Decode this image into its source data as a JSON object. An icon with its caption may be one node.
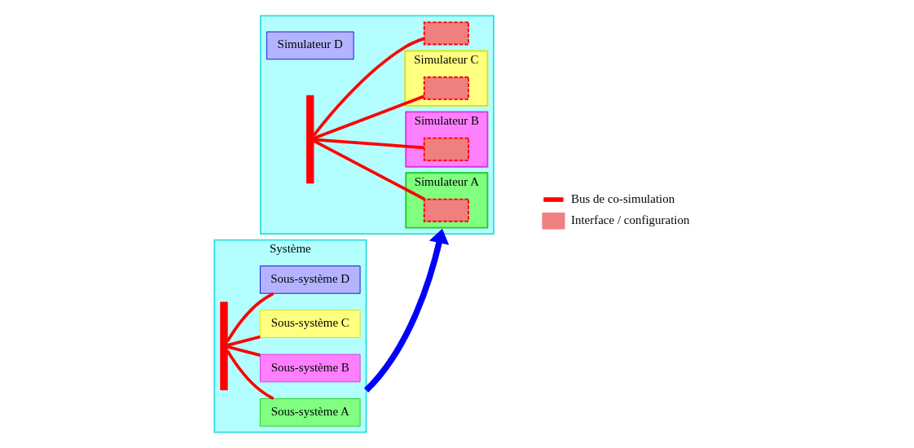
{
  "diagram": {
    "nodes": [
      {
        "text": [
          "Système"
        ]
      },
      {
        "text": [
          "Sous-système A"
        ],
        "in": 0
      },
      {
        "text": [
          "Sous-système B"
        ],
        "in": 0
      },
      {
        "text": [
          "Sous-système C"
        ],
        "in": 0
      },
      {
        "text": [
          "Sous-système D"
        ],
        "in": 0
      },
      {
        "text": [],
        "shape": "bar",
        "in": 0
      },
      {
        "text": [],
        "shape": "box"
      },
      {
        "text": [
          "Simulateur A"
        ],
        "in": 6
      },
      {
        "text": [
          "Simulateur B"
        ],
        "in": 6
      },
      {
        "text": [
          "Simulateur C"
        ],
        "in": 6
      },
      {
        "text": [
          "Simulateur D"
        ],
        "in": 6
      },
      {
        "text": [],
        "shape": "bar",
        "in": 6
      },
      {
        "text": [],
        "shape": "box",
        "in": 7
      },
      {
        "text": [],
        "shape": "box",
        "in": 8
      },
      {
        "text": [],
        "shape": "box",
        "in": 9
      },
      {
        "text": [],
        "shape": "box",
        "in": 6
      }
    ],
    "edges": [
      {
        "from": 5,
        "to": 1,
        "arrow": "none"
      },
      {
        "from": 5,
        "to": 2,
        "arrow": "none"
      },
      {
        "from": 5,
        "to": 3,
        "arrow": "none"
      },
      {
        "from": 5,
        "to": 4,
        "arrow": "none"
      },
      {
        "from": 0,
        "to": 6,
        "arrow": "to",
        "style": "thick",
        "color": "#0000ff"
      },
      {
        "from": 11,
        "to": 12,
        "arrow": "none"
      },
      {
        "from": 11,
        "to": 13,
        "arrow": "none"
      },
      {
        "from": 11,
        "to": 14,
        "arrow": "none"
      },
      {
        "from": 11,
        "to": 15,
        "arrow": "none"
      }
    ],
    "legend": [
      {
        "text": "Bus de co-simulation"
      },
      {
        "text": "Interface / configuration",
        "color": "#f08080"
      }
    ]
  }
}
